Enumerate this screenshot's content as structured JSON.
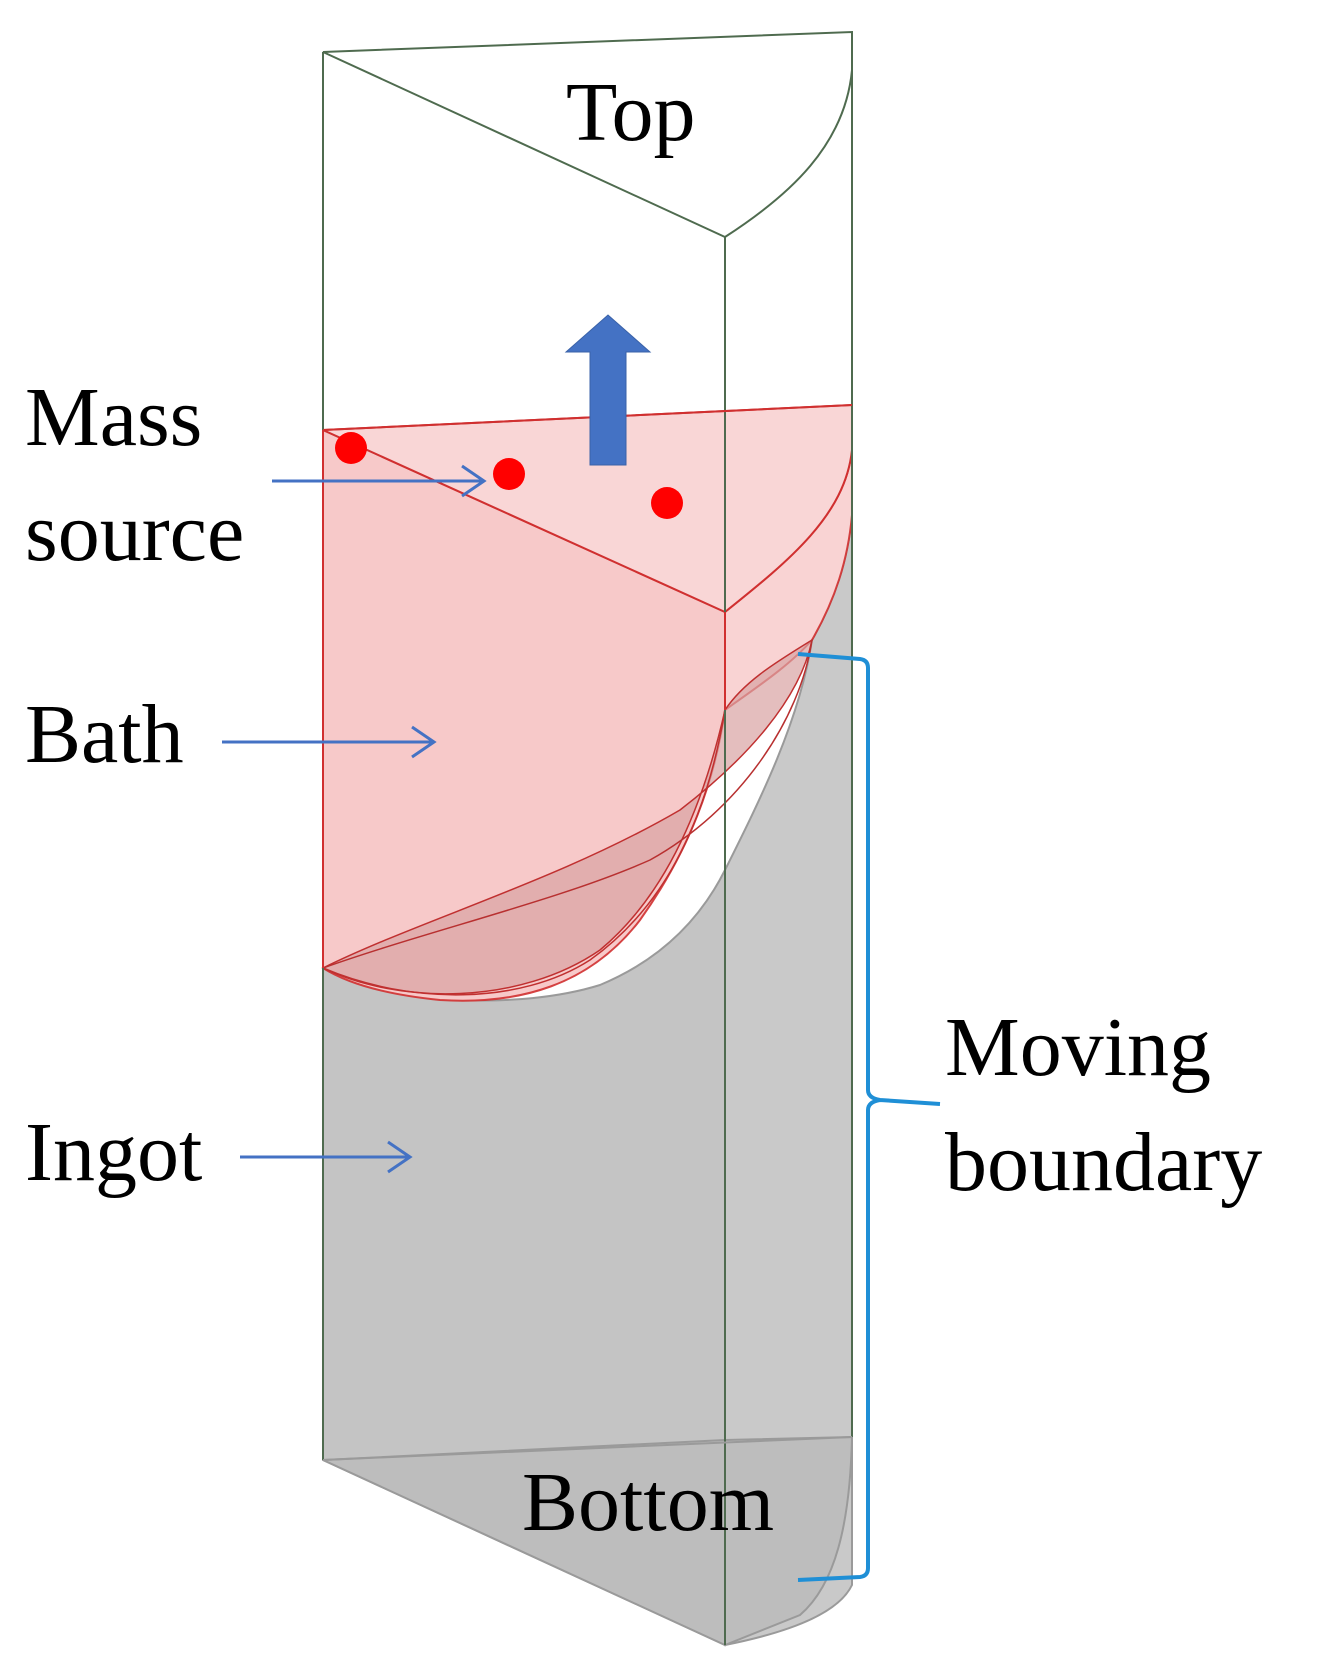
{
  "labels": {
    "top": "Top",
    "bottom": "Bottom",
    "mass_line1": "Mass",
    "mass_line2": "source",
    "bath": "Bath",
    "ingot": "Ingot",
    "moving_line1": "Moving",
    "moving_line2": "boundary"
  },
  "colors": {
    "outline": "#4f6b4f",
    "bath_fill": "#f7c9c9",
    "bath_edge": "#d03030",
    "ingot_fill": "#c4c4c4",
    "ingot_edge": "#9a9a9a",
    "arrow": "#4472c4",
    "brace": "#1f8fd6",
    "mass_dot": "#ff0000"
  }
}
